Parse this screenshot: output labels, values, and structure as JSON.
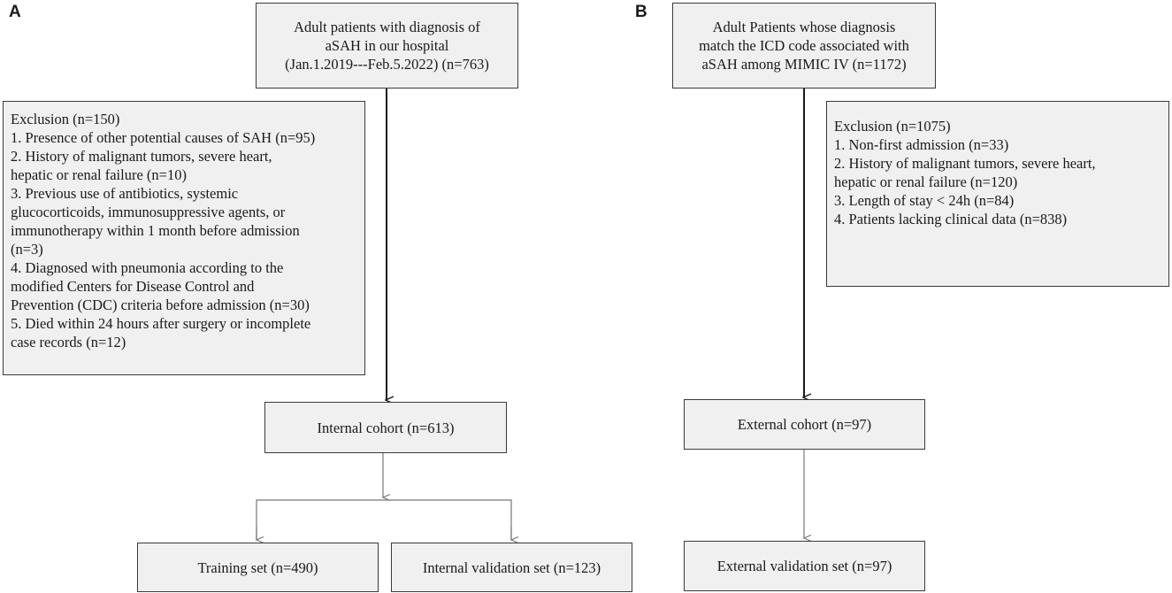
{
  "panels": {
    "a": {
      "label": "A",
      "top_box": {
        "lines": [
          "Adult patients with diagnosis of",
          "aSAH in our hospital",
          "(Jan.1.2019---Feb.5.2022) (n=763)"
        ]
      },
      "exclusion_box": {
        "lines": [
          "Exclusion (n=150)",
          "1. Presence of other potential causes of SAH  (n=95)",
          "2. History of malignant tumors, severe heart,",
          "hepatic or renal failure  (n=10)",
          "3.  Previous use of antibiotics, systemic",
          "glucocorticoids, immunosuppressive agents, or",
          "immunotherapy within 1 month before admission",
          "(n=3)",
          "4.  Diagnosed with pneumonia according to the",
          "modified Centers for Disease Control and",
          "Prevention (CDC) criteria before admission (n=30)",
          "5. Died within 24 hours after surgery or incomplete",
          "case records (n=12)"
        ]
      },
      "cohort_box": {
        "text": "Internal cohort (n=613)"
      },
      "training_box": {
        "text": "Training set (n=490)"
      },
      "validation_box": {
        "text": "Internal validation set (n=123)"
      }
    },
    "b": {
      "label": "B",
      "top_box": {
        "lines": [
          "Adult  Patients whose diagnosis",
          "match the ICD code associated with",
          "aSAH among MIMIC IV (n=1172)"
        ]
      },
      "exclusion_box": {
        "lines": [
          "Exclusion (n=1075)",
          "1. Non-first admission (n=33)",
          "2. History of malignant tumors, severe heart,",
          "hepatic or renal failure (n=120)",
          "3. Length of stay < 24h (n=84)",
          "4. Patients lacking clinical data (n=838)"
        ]
      },
      "cohort_box": {
        "text": "External cohort (n=97)"
      },
      "validation_box": {
        "text": "External validation set (n=97)"
      }
    }
  }
}
